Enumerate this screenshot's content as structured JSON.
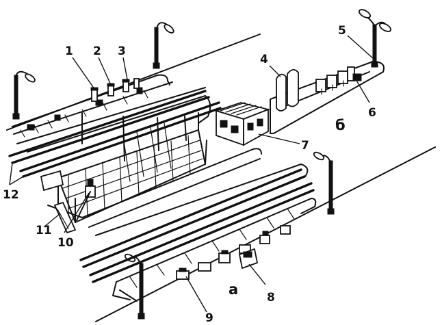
{
  "callouts": [
    {
      "id": "1",
      "text": "1"
    },
    {
      "id": "2",
      "text": "2"
    },
    {
      "id": "3",
      "text": "3"
    },
    {
      "id": "4",
      "text": "4"
    },
    {
      "id": "5",
      "text": "5"
    },
    {
      "id": "6",
      "text": "6"
    },
    {
      "id": "7",
      "text": "7"
    },
    {
      "id": "8",
      "text": "8"
    },
    {
      "id": "9",
      "text": "9"
    },
    {
      "id": "10",
      "text": "10"
    },
    {
      "id": "11",
      "text": "11"
    },
    {
      "id": "12",
      "text": "12"
    }
  ],
  "zones": {
    "a": "а",
    "b": "б"
  }
}
